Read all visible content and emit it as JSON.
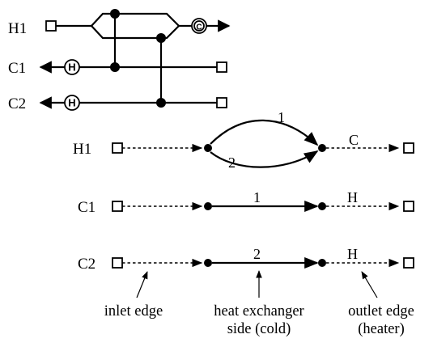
{
  "network": {
    "streams": [
      {
        "id": "hot-1",
        "label": "H1"
      },
      {
        "id": "cold-1",
        "label": "C1"
      },
      {
        "id": "cold-2",
        "label": "C2"
      }
    ],
    "utilities": {
      "cooler": "C",
      "heater_1": "H",
      "heater_2": "H"
    }
  },
  "graph": {
    "rows": [
      {
        "label": "H1",
        "side_labels": [
          "1",
          "2"
        ],
        "outlet_label": "C"
      },
      {
        "label": "C1",
        "side_label": "1",
        "outlet_label": "H"
      },
      {
        "label": "C2",
        "side_label": "2",
        "outlet_label": "H"
      }
    ]
  },
  "captions": {
    "inlet": "inlet edge",
    "exchanger_line1": "heat exchanger",
    "exchanger_line2": "side (cold)",
    "outlet_line1": "outlet edge",
    "outlet_line2": "(heater)"
  }
}
